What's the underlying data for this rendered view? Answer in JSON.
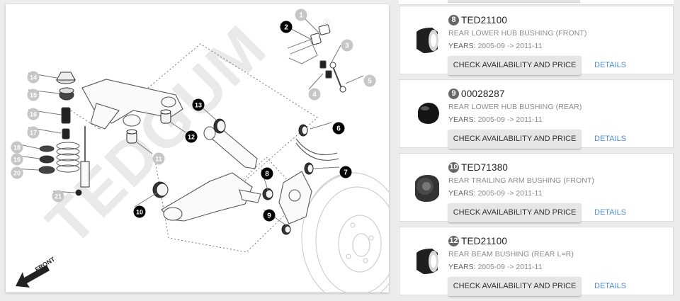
{
  "diagram": {
    "watermark": "TEDGUM",
    "registered_mark": "®",
    "front_label": "FRONT",
    "callouts": [
      {
        "n": "1",
        "style": "gray"
      },
      {
        "n": "2",
        "style": "black"
      },
      {
        "n": "3",
        "style": "gray"
      },
      {
        "n": "4",
        "style": "gray"
      },
      {
        "n": "5",
        "style": "gray"
      },
      {
        "n": "6",
        "style": "black"
      },
      {
        "n": "7",
        "style": "black"
      },
      {
        "n": "8",
        "style": "black"
      },
      {
        "n": "9",
        "style": "black"
      },
      {
        "n": "10",
        "style": "black"
      },
      {
        "n": "11",
        "style": "gray"
      },
      {
        "n": "12",
        "style": "black"
      },
      {
        "n": "13",
        "style": "black"
      },
      {
        "n": "14",
        "style": "gray"
      },
      {
        "n": "15",
        "style": "gray"
      },
      {
        "n": "16",
        "style": "gray"
      },
      {
        "n": "17",
        "style": "gray"
      },
      {
        "n": "18",
        "style": "gray"
      },
      {
        "n": "19",
        "style": "gray"
      },
      {
        "n": "20",
        "style": "gray"
      },
      {
        "n": "21",
        "style": "gray"
      }
    ]
  },
  "parts": [
    {
      "badge": "8",
      "part_no": "TED21100",
      "description": "REAR LOWER HUB BUSHING (FRONT)",
      "years_label": "YEARS:",
      "years": "2005-09 -> 2011-11",
      "button": "CHECK AVAILABILITY AND PRICE",
      "details": "DETAILS"
    },
    {
      "badge": "9",
      "part_no": "00028287",
      "description": "REAR LOWER HUB BUSHING (REAR)",
      "years_label": "YEARS:",
      "years": "2005-09 -> 2011-11",
      "button": "CHECK AVAILABILITY AND PRICE",
      "details": "DETAILS"
    },
    {
      "badge": "10",
      "part_no": "TED71380",
      "description": "REAR TRAILING ARM BUSHING (FRONT)",
      "years_label": "YEARS:",
      "years": "2005-09 -> 2011-11",
      "button": "CHECK AVAILABILITY AND PRICE",
      "details": "DETAILS"
    },
    {
      "badge": "12",
      "part_no": "TED21100",
      "description": "REAR BEAM BUSHING (REAR L=R)",
      "years_label": "YEARS:",
      "years": "2005-09 -> 2011-11",
      "button": "CHECK AVAILABILITY AND PRICE",
      "details": "DETAILS"
    }
  ]
}
